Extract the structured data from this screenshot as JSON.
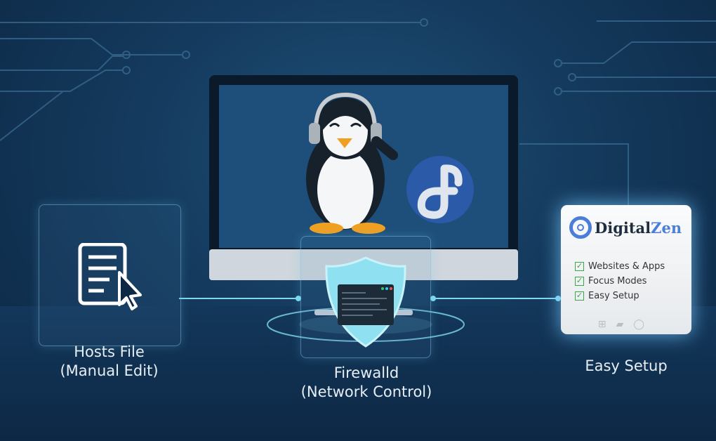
{
  "cards": {
    "hosts": {
      "title": "Hosts File",
      "subtitle": "(Manual Edit)"
    },
    "firewalld": {
      "title": "Firewalld",
      "subtitle": "(Network Control)"
    },
    "digitalzen": {
      "brand_a": "Digital",
      "brand_b": "Zen",
      "features": [
        "Websites & Apps",
        "Focus Modes",
        "Easy Setup"
      ],
      "caption": "Easy Setup"
    }
  },
  "colors": {
    "accent": "#4a7ed8",
    "check": "#3aa84a",
    "glow": "#7fd8f0"
  }
}
